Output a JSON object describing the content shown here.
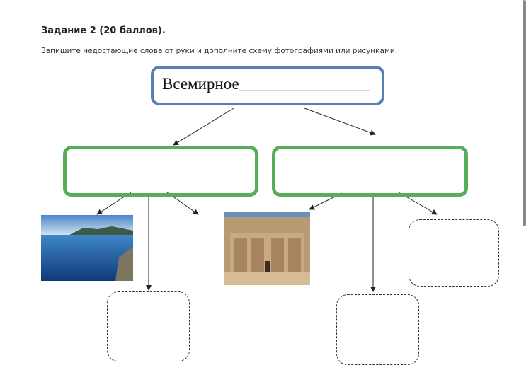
{
  "task": {
    "title": "Задание 2 (20 баллов).",
    "instruction": "Запишите недостающие слова от руки и дополните схему фотографиями или рисунками."
  },
  "diagram": {
    "root_text": "Всемирное________________",
    "colors": {
      "root": "#5b7db5",
      "category": "#58ad5a"
    },
    "images": [
      "lake-photo",
      "temple-photo"
    ]
  }
}
